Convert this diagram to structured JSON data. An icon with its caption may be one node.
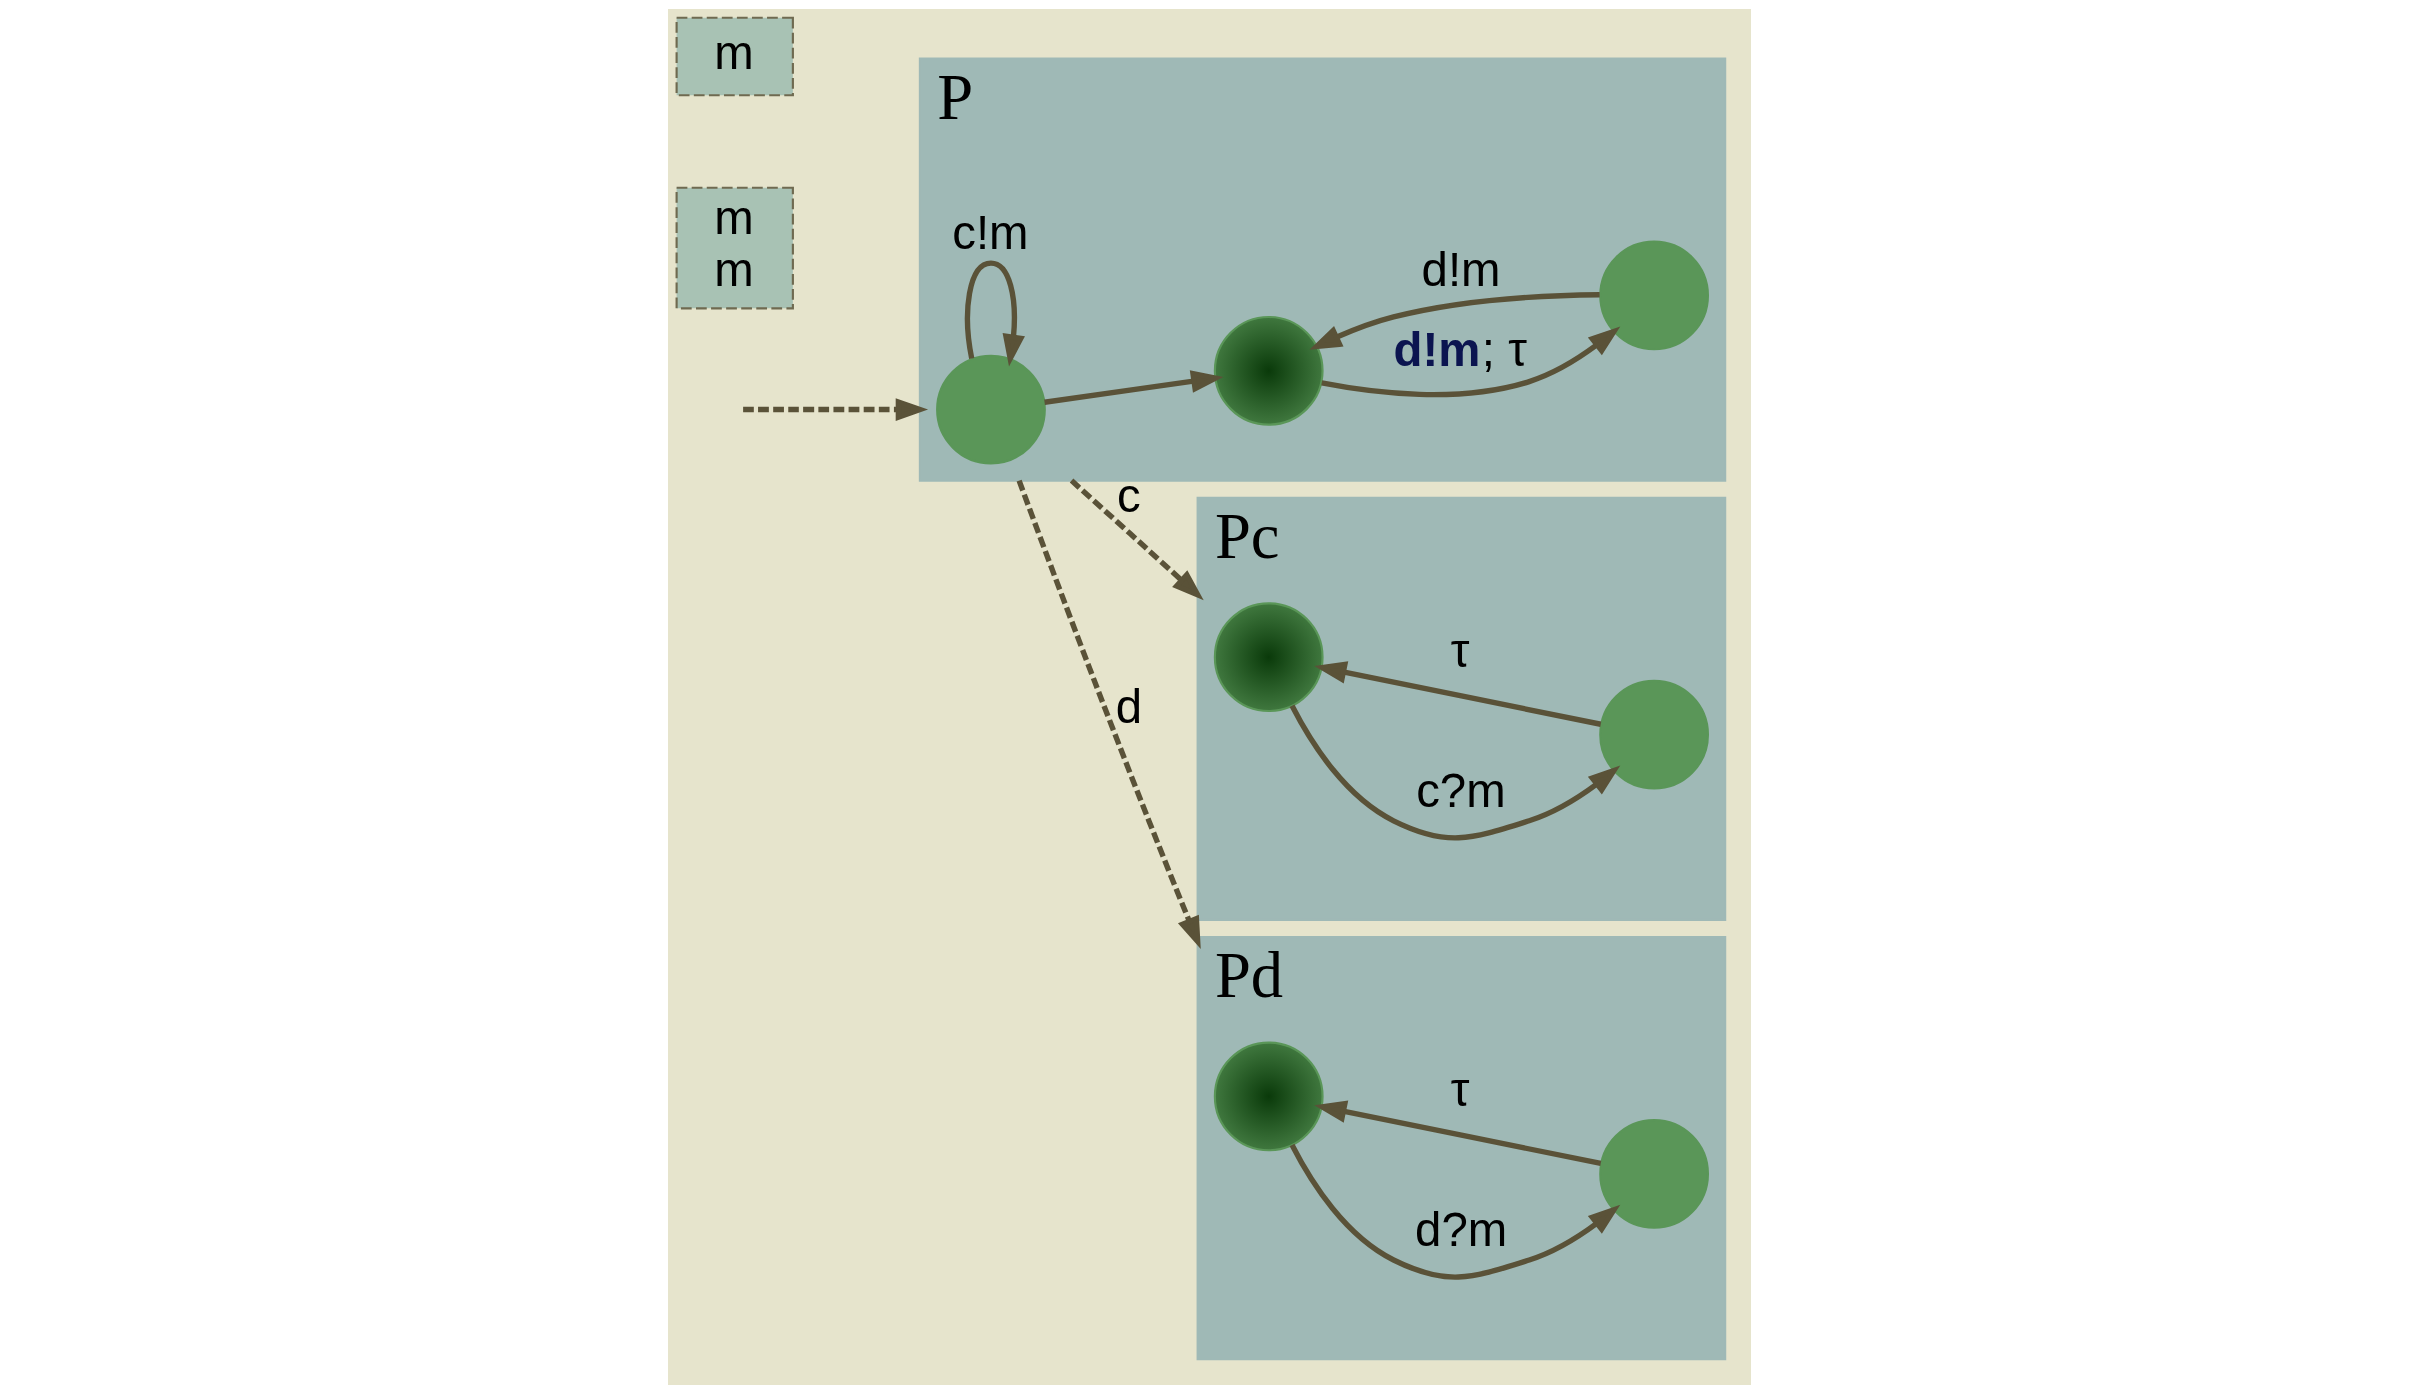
{
  "diagram": {
    "nodes": [
      {
        "text": [
          "P"
        ]
      },
      {
        "text": [],
        "shape": "circle",
        "in": 0
      },
      {
        "text": [],
        "shape": "circle",
        "in": 0
      },
      {
        "text": [],
        "shape": "circle",
        "in": 0
      },
      {
        "text": [
          "m",
          "m"
        ]
      },
      {
        "text": [
          "Pc"
        ]
      },
      {
        "text": [],
        "shape": "circle",
        "in": 5
      },
      {
        "text": [],
        "shape": "circle",
        "in": 5
      },
      {
        "text": [
          "m"
        ]
      },
      {
        "text": [
          "Pd"
        ]
      },
      {
        "text": [],
        "shape": "circle",
        "in": 9
      },
      {
        "text": [],
        "shape": "circle",
        "in": 9
      }
    ],
    "edges": [
      {
        "from": null,
        "to": 0,
        "arrow": "to",
        "style": "dashed"
      },
      {
        "from": 1,
        "to": 1,
        "arrow": "to",
        "label": "c!m"
      },
      {
        "from": 1,
        "to": 2,
        "arrow": "to"
      },
      {
        "from": 2,
        "to": 3,
        "arrow": "to",
        "label": "**d!m**; τ"
      },
      {
        "from": 3,
        "to": 2,
        "arrow": "to",
        "label": "d!m"
      },
      {
        "from": 0,
        "to": 5,
        "arrow": "to",
        "label": "c",
        "style": "dashed"
      },
      {
        "from": 0,
        "to": 9,
        "arrow": "to",
        "label": "d",
        "style": "dashed"
      },
      {
        "from": 6,
        "to": 7,
        "arrow": "to",
        "label": "c?m"
      },
      {
        "from": 7,
        "to": 6,
        "arrow": "to",
        "label": "τ"
      },
      {
        "from": 10,
        "to": 11,
        "arrow": "to",
        "label": "d?m"
      },
      {
        "from": 11,
        "to": 10,
        "arrow": "to",
        "label": "τ"
      }
    ]
  }
}
